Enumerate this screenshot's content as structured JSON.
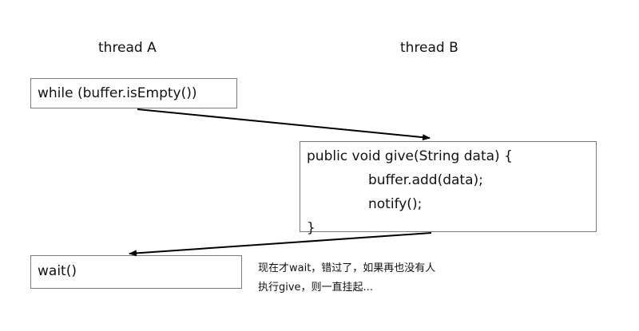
{
  "thread_a": {
    "header": "thread A",
    "box1_text": "while (buffer.isEmpty())",
    "box2_text": "wait()"
  },
  "thread_b": {
    "header": "thread B",
    "code_lines": [
      "public void give(String data) {",
      "buffer.add(data);",
      "notify();",
      "}"
    ]
  },
  "note": {
    "lines": [
      "现在才wait，错过了，如果再也没有人",
      "执行give，则一直挂起..."
    ]
  },
  "colors": {
    "box_border": "#7a7a7a",
    "arrow": "#000000",
    "text": "#111111"
  }
}
